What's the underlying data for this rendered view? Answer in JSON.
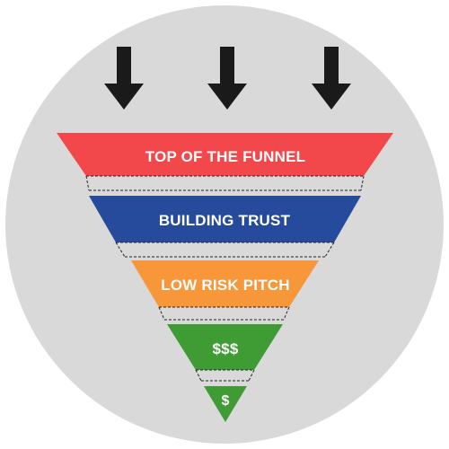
{
  "colors": {
    "background_circle": "#d9d9d9",
    "arrow": "#1a1a1a",
    "divider": "#222222"
  },
  "funnel": {
    "arrows": [
      "arrow-down-icon",
      "arrow-down-icon",
      "arrow-down-icon"
    ],
    "stages": [
      {
        "label": "TOP OF THE FUNNEL",
        "color": "#f2474b"
      },
      {
        "label": "BUILDING TRUST",
        "color": "#264b9c"
      },
      {
        "label": "LOW RISK PITCH",
        "color": "#f8963a"
      },
      {
        "label": "$$$",
        "color": "#3f9b34"
      },
      {
        "label": "$",
        "color": "#3f9b34"
      }
    ]
  }
}
